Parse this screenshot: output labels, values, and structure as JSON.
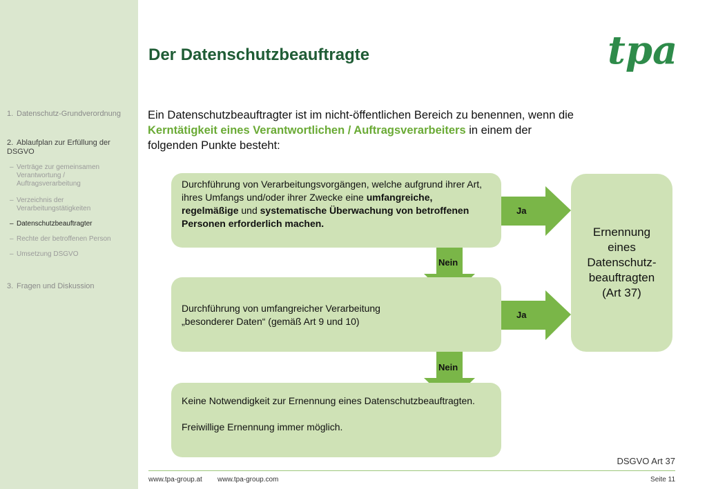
{
  "sidebar": {
    "items": [
      {
        "number": "1.",
        "label": "Datenschutz-Grundverordnung"
      },
      {
        "number": "2.",
        "label": "Ablaufplan zur Erfüllung der DSGVO"
      },
      {
        "number": "3.",
        "label": "Fragen und Diskussion"
      }
    ],
    "subitems": [
      {
        "label": "Verträge zur gemeinsamen Verantwortung / Auftragsverarbeitung"
      },
      {
        "label": "Verzeichnis der Verarbeitungstätigkeiten"
      },
      {
        "label": "Datenschutzbeauftragter"
      },
      {
        "label": "Rechte der betroffenen Person"
      },
      {
        "label": "Umsetzung DSGVO"
      }
    ],
    "sub_marker": "–"
  },
  "title": "Der Datenschutzbeauftragte",
  "logo_text": "tpa",
  "intro": {
    "part1": "Ein Datenschutzbeauftragter ist im nicht-öffentlichen Bereich zu benennen, wenn die ",
    "highlight": "Kerntätigkeit eines Verantwortlichen / Auftragsverarbeiters",
    "part2": " in einem der folgenden Punkte besteht:"
  },
  "flow": {
    "box1": {
      "text1": "Durchführung von Verarbeitungsvorgängen, welche aufgrund ihrer Art, ihres Umfangs und/oder ihrer Zwecke eine ",
      "bold1": "umfangreiche, regelmäßige",
      "text2": " und ",
      "bold2": "systematische Überwachung von betroffenen Personen erforderlich machen."
    },
    "box2": {
      "line1": "Durchführung von umfangreicher Verarbeitung",
      "line2": "„besonderer Daten“ (gemäß  Art 9 und 10)"
    },
    "box3": {
      "line1": "Keine Notwendigkeit zur Ernennung eines Datenschutzbeauftragten.",
      "line2": "Freiwillige Ernennung immer möglich."
    },
    "result": {
      "line1": "Ernennung",
      "line2": "eines",
      "line3": "Datenschutz-",
      "line4": "beauftragten",
      "line5": "(Art 37)"
    },
    "yes_label": "Ja",
    "no_label": "Nein"
  },
  "colors": {
    "arrow": "#7ab648",
    "box": "#cfe2b6",
    "sidebar": "#dbe7cf",
    "title": "#1f5c35",
    "highlight": "#6aaa35"
  },
  "footer": {
    "reference": "DSGVO Art 37",
    "link1": "www.tpa-group.at",
    "link2": "www.tpa-group.com",
    "page": "Seite 11"
  }
}
